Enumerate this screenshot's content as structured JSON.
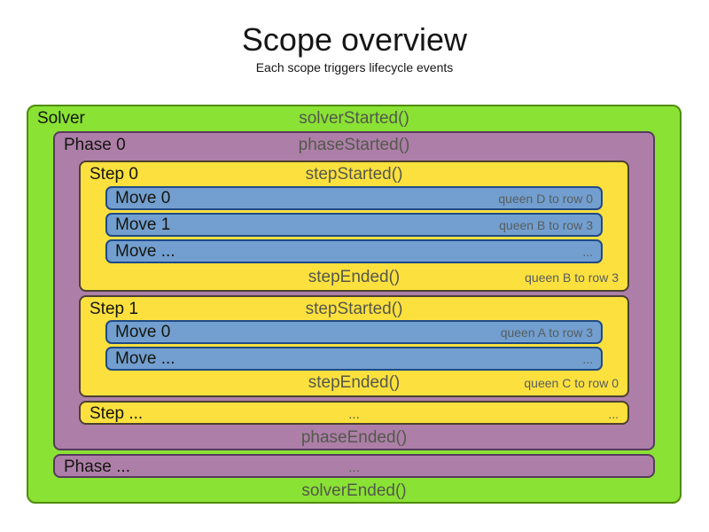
{
  "title": "Scope overview",
  "subtitle": "Each scope triggers lifecycle events",
  "colors": {
    "solver_fill": "#8ae234",
    "solver_border": "#4f8c09",
    "phase_fill": "#ad7fa8",
    "phase_border": "#573a5e",
    "step_fill": "#fce03e",
    "step_border": "#4c4130",
    "move_fill": "#729fcf",
    "move_border": "#204a87",
    "label_text": "#15150f",
    "event_text": "#54584c",
    "note_text": "#565d60"
  },
  "solver": {
    "label": "Solver",
    "started_event": "solverStarted()",
    "ended_event": "solverEnded()",
    "phases": [
      {
        "label": "Phase 0",
        "started_event": "phaseStarted()",
        "ended_event": "phaseEnded()",
        "steps": [
          {
            "label": "Step 0",
            "started_event": "stepStarted()",
            "ended_event": "stepEnded()",
            "ended_note": "queen B to row 3",
            "moves": [
              {
                "label": "Move 0",
                "note": "queen D to row 0"
              },
              {
                "label": "Move 1",
                "note": "queen B to row 3"
              },
              {
                "label": "Move ...",
                "note": "..."
              }
            ]
          },
          {
            "label": "Step 1",
            "started_event": "stepStarted()",
            "ended_event": "stepEnded()",
            "ended_note": "queen C to row 0",
            "moves": [
              {
                "label": "Move 0",
                "note": "queen A to row 3"
              },
              {
                "label": "Move ...",
                "note": "..."
              }
            ]
          }
        ],
        "more_steps": {
          "label": "Step ...",
          "center_note": "...",
          "right_note": "..."
        }
      }
    ],
    "more_phases": {
      "label": "Phase ...",
      "center_note": "..."
    }
  }
}
